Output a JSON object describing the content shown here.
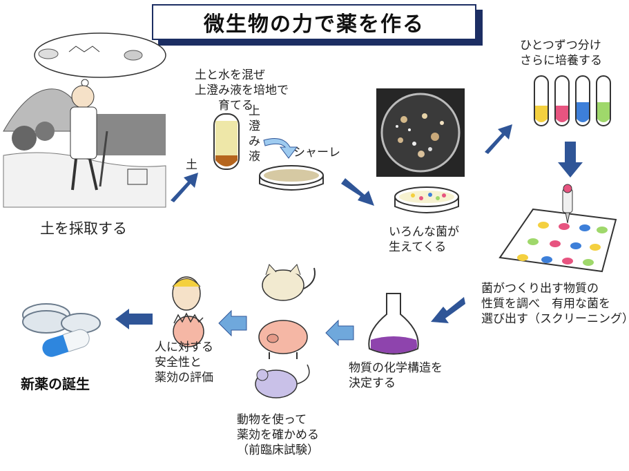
{
  "title": "微生物の力で薬を作る",
  "steps": {
    "collect_soil": "土を採取する",
    "mix_soil_water": "土と水を混ぜ\n上澄み液を培地で\n　　育てる",
    "soil_label": "土",
    "supernatant_label": "上\n澄\nみ\n液",
    "petri_label": "シャーレ",
    "various_bacteria": "いろんな菌が\n生えてくる",
    "subculture": "ひとつずつ分け\nさらに培養する",
    "screening": "菌がつくり出す物質の\n性質を調べ　有用な菌を\n選び出す（スクリーニング）",
    "structure": "物質の化学構造を\n決定する",
    "animal_test": "動物を使って\n薬効を確かめる\n（前臨床試験）",
    "human_test": "人に対する\n安全性と\n薬効の評価",
    "new_drug": "新薬の誕生"
  },
  "colors": {
    "arrow": "#2f5597",
    "arrow_light": "#6fa8dc",
    "title_border": "#1c2e63",
    "tube_yellow": "#f4d03f",
    "tube_pink": "#e75480",
    "tube_blue": "#3d7fd9",
    "tube_green": "#9fd86b",
    "flask_liquid": "#8e44ad",
    "capsule_blue": "#2e86de"
  }
}
